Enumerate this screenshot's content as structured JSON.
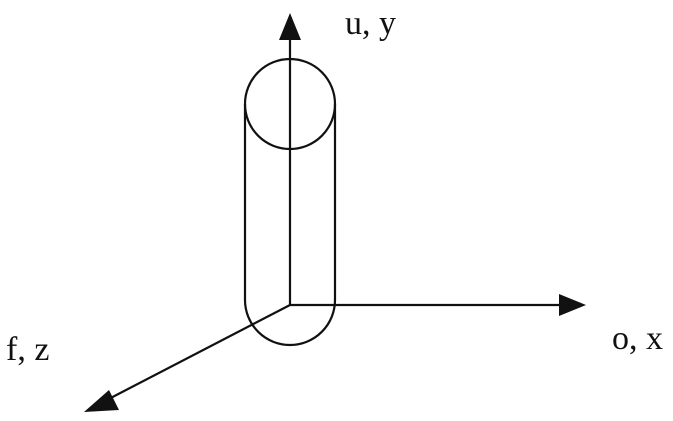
{
  "diagram": {
    "axes": {
      "vertical": {
        "label": "u, y"
      },
      "horizontal": {
        "label": "o, x"
      },
      "depth": {
        "label": "f, z"
      }
    },
    "colors": {
      "stroke": "#111111",
      "background": "#ffffff"
    },
    "shapes": [
      "cylinder",
      "arrow-up",
      "arrow-right",
      "arrow-down-left"
    ]
  }
}
